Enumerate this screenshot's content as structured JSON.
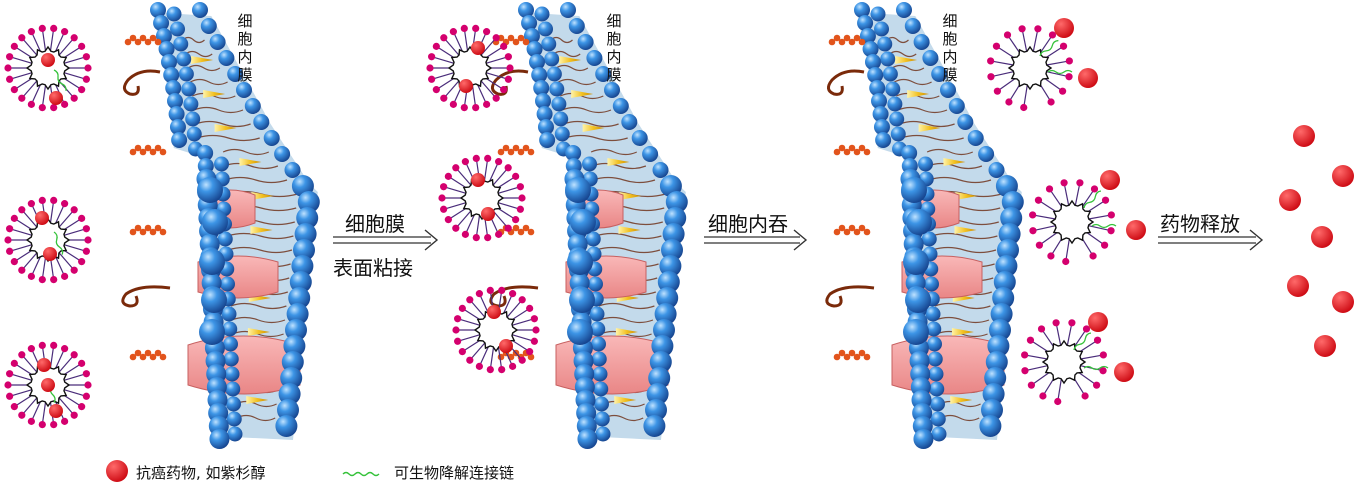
{
  "membrane_label": "细胞内膜",
  "steps": [
    {
      "top_text": "细胞膜",
      "bottom_text": "表面粘接"
    },
    {
      "top_text": "细胞内吞",
      "bottom_text": ""
    },
    {
      "top_text": "药物释放",
      "bottom_text": ""
    }
  ],
  "legend": {
    "drug": "抗癌药物, 如紫杉醇",
    "linker": "可生物降解连接链"
  },
  "colors": {
    "lipid_head": "#2e86de",
    "lipid_head_dark": "#1b4f9c",
    "membrane_fill": "#b9d3e8",
    "drug": "#e0101a",
    "peg_tip": "#d4006e",
    "peg_stem": "#4a2c7a",
    "protein": "#f4a0a0",
    "cone": "#f2c020",
    "chain_orange": "#e2541c",
    "linker_green": "#35c23a",
    "tail": "#6b2a12"
  }
}
